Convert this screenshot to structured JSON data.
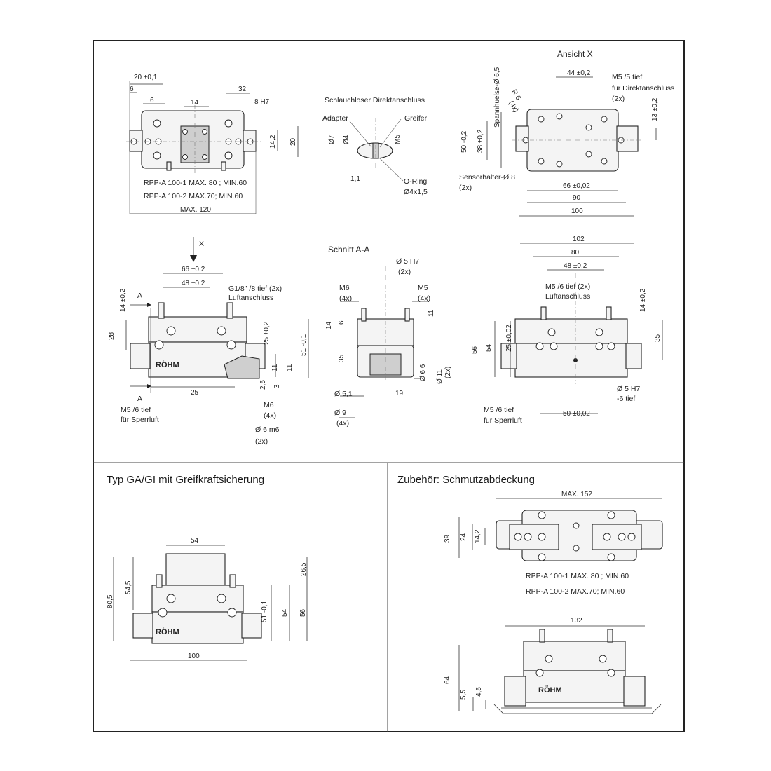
{
  "views": {
    "top_left": {
      "dims": [
        "20 ±0,1",
        "6",
        "6",
        "14",
        "32",
        "8 H7",
        "14,2",
        "20",
        "MAX. 120"
      ],
      "notes": [
        "RPP-A 100-1 MAX. 80 ; MIN.60",
        "RPP-A 100-2 MAX.70; MIN.60"
      ]
    },
    "detail": {
      "title": "Schlauchloser Direktanschluss",
      "labels": [
        "Adapter",
        "Greifer",
        "Ø7",
        "Ø4",
        "M5",
        "1,1",
        "O-Ring",
        "Ø4x1,5"
      ]
    },
    "ansicht_x": {
      "title": "Ansicht X",
      "labels": [
        "44 ±0,2",
        "M5 /5 tief",
        "für Direktanschluss",
        "(2x)",
        "Spannhuelse-Ø 6,5",
        "R 6",
        "(4x)",
        "13 ±0,2",
        "50 -0,2",
        "38 ±0,2",
        "Sensorhalter-Ø 8",
        "(2x)",
        "66 ±0,02",
        "90",
        "100"
      ]
    },
    "front_left": {
      "labels": [
        "X",
        "66 ±0,2",
        "48 ±0,2",
        "G1/8\" /8 tief (2x)",
        "Luftanschluss",
        "14 ±0,2",
        "A",
        "28",
        "25 ±0,2",
        "51 -0,1",
        "11",
        "11",
        "25",
        "2,5",
        "3",
        "A",
        "M5 /6 tief",
        "für Sperrluft",
        "M6",
        "(4x)",
        "Ø 6 m6",
        "(2x)"
      ]
    },
    "section": {
      "title": "Schnitt A-A",
      "labels": [
        "Ø 5 H7",
        "(2x)",
        "M6",
        "(4x)",
        "M5",
        "(4x)",
        "14",
        "6",
        "11",
        "35",
        "Ø 6,6",
        "Ø 11",
        "(2x)",
        "Ø 5,1",
        "19",
        "Ø 9",
        "(4x)"
      ]
    },
    "front_right": {
      "labels": [
        "102",
        "80",
        "48 ±0,2",
        "M5 /6 tief (2x)",
        "Luftanschluss",
        "14 ±0,2",
        "25 ±0,02",
        "56",
        "54",
        "35",
        "Ø 5 H7",
        "-6 tief",
        "M5 /6 tief",
        "für Sperrluft",
        "50 ±0,02"
      ]
    }
  },
  "sections": {
    "ga_gi": {
      "title": "Typ GA/GI mit Greifkraftsicherung",
      "labels": [
        "54",
        "80,5",
        "54,5",
        "26,5",
        "51 -0,1",
        "54",
        "56",
        "100"
      ]
    },
    "zubehoer": {
      "title": "Zubehör: Schmutzabdeckung",
      "labels": [
        "MAX. 152",
        "39",
        "24",
        "14,2",
        "RPP-A 100-1 MAX. 80 ; MIN.60",
        "RPP-A 100-2 MAX.70; MIN.60",
        "132",
        "64",
        "5,5",
        "4,5"
      ]
    }
  },
  "brand": "RÖHM"
}
